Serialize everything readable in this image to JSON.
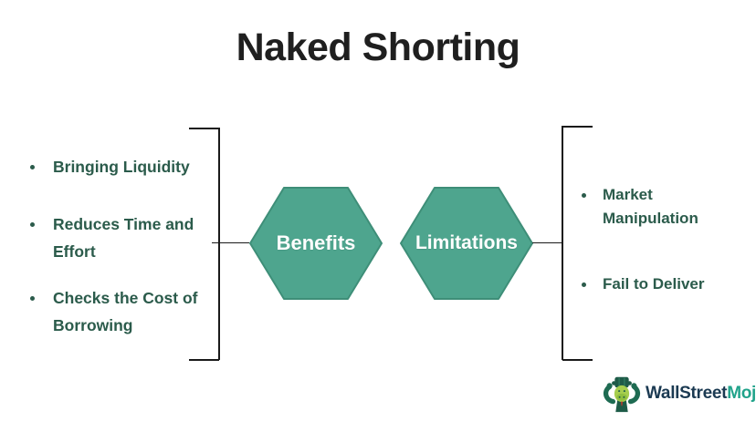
{
  "title": "Naked Shorting",
  "benefits": {
    "label": "Benefits",
    "items": [
      "Bringing Liquidity",
      "Reduces Time and Effort",
      "Checks the Cost of Borrowing"
    ]
  },
  "limitations": {
    "label": "Limitations",
    "items": [
      "Market Manipulation",
      "Fail to Deliver"
    ]
  },
  "logo": {
    "text_primary": "WallStreet",
    "text_accent": "Mojo"
  },
  "colors": {
    "hexagon_fill": "#4EA58E",
    "hexagon_border": "#3E8E78",
    "hexagon_label_text": "#FFFFFF",
    "list_text": "#2B5B4B",
    "title_text": "#1F1F1F",
    "connector_line": "#1A1A1A",
    "logo_primary": "#1B3A52",
    "logo_accent": "#21A38B"
  }
}
